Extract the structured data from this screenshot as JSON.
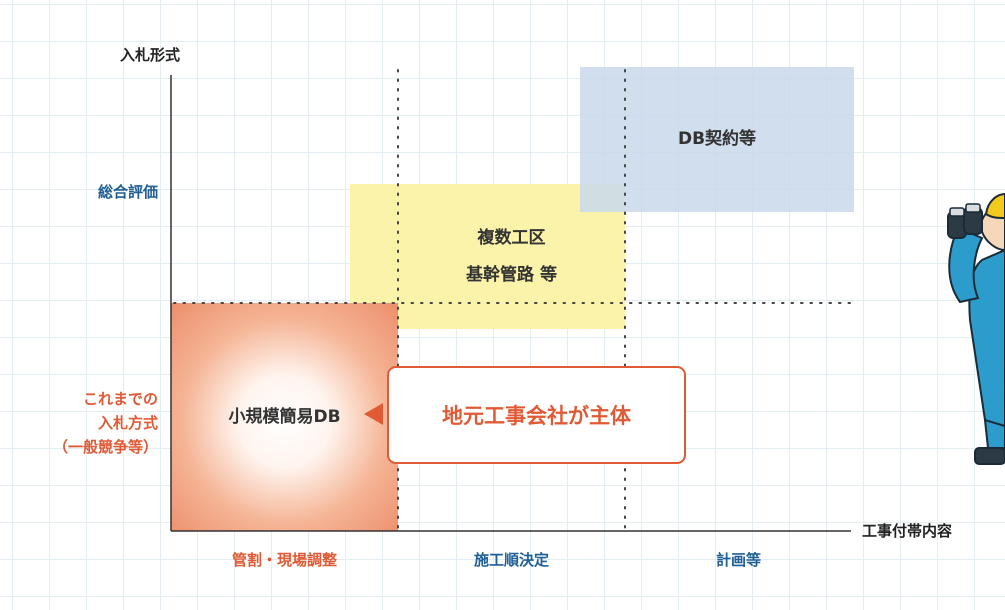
{
  "y_axis_title": "入札形式",
  "x_axis_title": "工事付帯内容",
  "y_labels": {
    "upper": "総合評価",
    "lower_lines": [
      "これまでの",
      "入札方式",
      "（一般競争等）"
    ]
  },
  "x_labels": [
    "管割・現場調整",
    "施工順決定",
    "計画等"
  ],
  "boxes": {
    "db_contract": "DB契約等",
    "multi_section": [
      "複数工区",
      "基幹管路 等"
    ],
    "small_db": "小規模簡易DB"
  },
  "callout": "地元工事会社が主体",
  "colors": {
    "orange": "#e05a35",
    "blue_label": "#1e5f96",
    "yellow_box": "#fbf3a9",
    "blue_box": "#c9d9eb",
    "salmon_box": "#ec8e6a",
    "worker_suit": "#2b9ccc",
    "helmet": "#f3c91c"
  },
  "icons": [
    "worker-with-binoculars-illustration"
  ]
}
